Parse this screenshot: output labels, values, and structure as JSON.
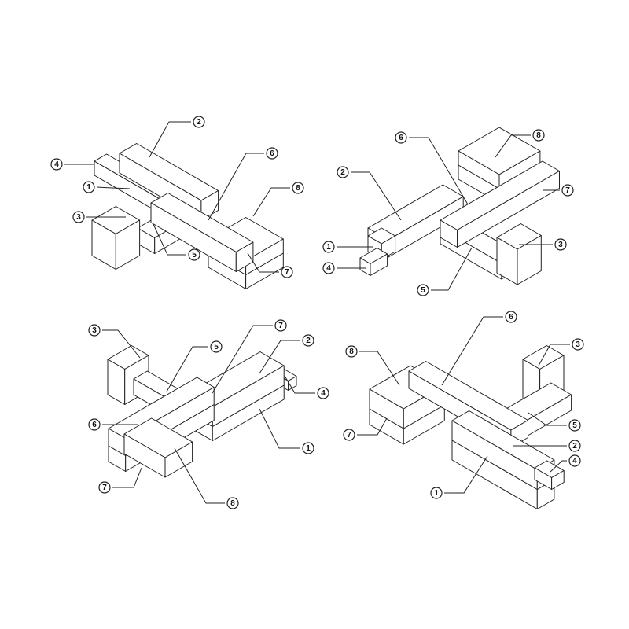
{
  "diagram": {
    "views": [
      {
        "name": "view-top-left",
        "callouts": [
          "2",
          "4",
          "1",
          "3",
          "5",
          "6",
          "8",
          "7"
        ]
      },
      {
        "name": "view-top-right",
        "callouts": [
          "6",
          "2",
          "8",
          "7",
          "3",
          "1",
          "4",
          "5"
        ]
      },
      {
        "name": "view-bottom-left",
        "callouts": [
          "3",
          "7",
          "5",
          "2",
          "4",
          "6",
          "1",
          "7",
          "8"
        ]
      },
      {
        "name": "view-bottom-right",
        "callouts": [
          "6",
          "3",
          "8",
          "5",
          "7",
          "2",
          "4",
          "1"
        ]
      }
    ],
    "colors": {
      "line": "#222222",
      "background": "#ffffff"
    }
  }
}
